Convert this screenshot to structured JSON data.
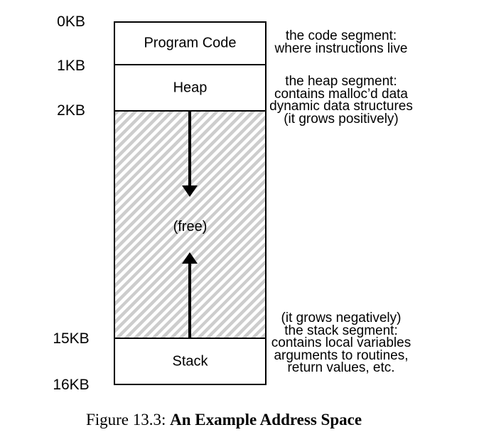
{
  "figure": {
    "address_labels": [
      {
        "text": "0KB"
      },
      {
        "text": "1KB"
      },
      {
        "text": "2KB"
      },
      {
        "text": "15KB"
      },
      {
        "text": "16KB"
      }
    ],
    "segments": {
      "program_code": "Program Code",
      "heap": "Heap",
      "free": "(free)",
      "stack": "Stack"
    },
    "annotations": {
      "code": [
        "the code segment:",
        "where instructions live"
      ],
      "heap": [
        "the heap segment:",
        "contains malloc’d data",
        "dynamic data structures",
        "(it grows positively)"
      ],
      "stack": [
        "(it grows negatively)",
        "the stack segment:",
        "contains local variables",
        "arguments to routines,",
        "return values, etc."
      ]
    },
    "arrows": {
      "heap_growth_direction": "down",
      "stack_growth_direction": "up"
    }
  },
  "caption": {
    "prefix": "Figure 13.3: ",
    "title": "An Example Address Space"
  },
  "colors": {
    "ink": "#000000",
    "background": "#ffffff",
    "hatch_gray": "#cdcdcd"
  }
}
